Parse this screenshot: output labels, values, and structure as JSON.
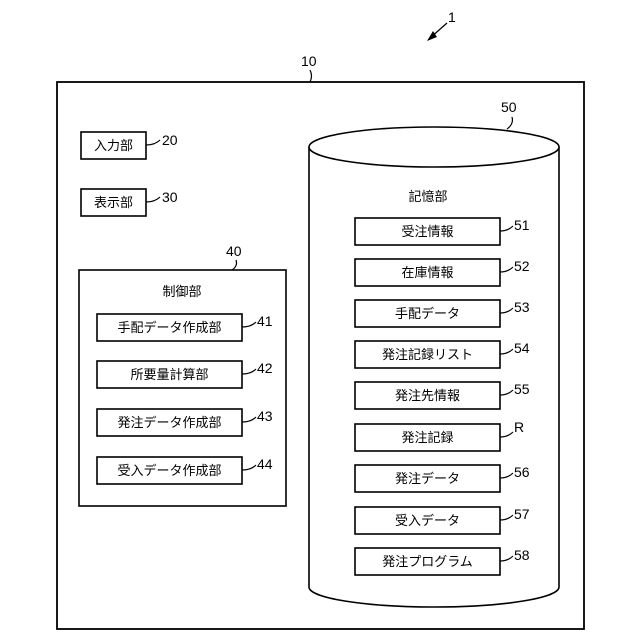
{
  "system": {
    "ref": "1"
  },
  "device": {
    "ref": "10"
  },
  "input_unit": {
    "label": "入力部",
    "ref": "20"
  },
  "display_unit": {
    "label": "表示部",
    "ref": "30"
  },
  "control_unit": {
    "title": "制御部",
    "ref": "40",
    "items": [
      {
        "label": "手配データ作成部",
        "ref": "41"
      },
      {
        "label": "所要量計算部",
        "ref": "42"
      },
      {
        "label": "発注データ作成部",
        "ref": "43"
      },
      {
        "label": "受入データ作成部",
        "ref": "44"
      }
    ]
  },
  "storage_unit": {
    "title": "記憶部",
    "ref": "50",
    "items": [
      {
        "label": "受注情報",
        "ref": "51"
      },
      {
        "label": "在庫情報",
        "ref": "52"
      },
      {
        "label": "手配データ",
        "ref": "53"
      },
      {
        "label": "発注記録リスト",
        "ref": "54"
      },
      {
        "label": "発注先情報",
        "ref": "55"
      },
      {
        "label": "発注記録",
        "ref": "R"
      },
      {
        "label": "発注データ",
        "ref": "56"
      },
      {
        "label": "受入データ",
        "ref": "57"
      },
      {
        "label": "発注プログラム",
        "ref": "58"
      }
    ]
  }
}
